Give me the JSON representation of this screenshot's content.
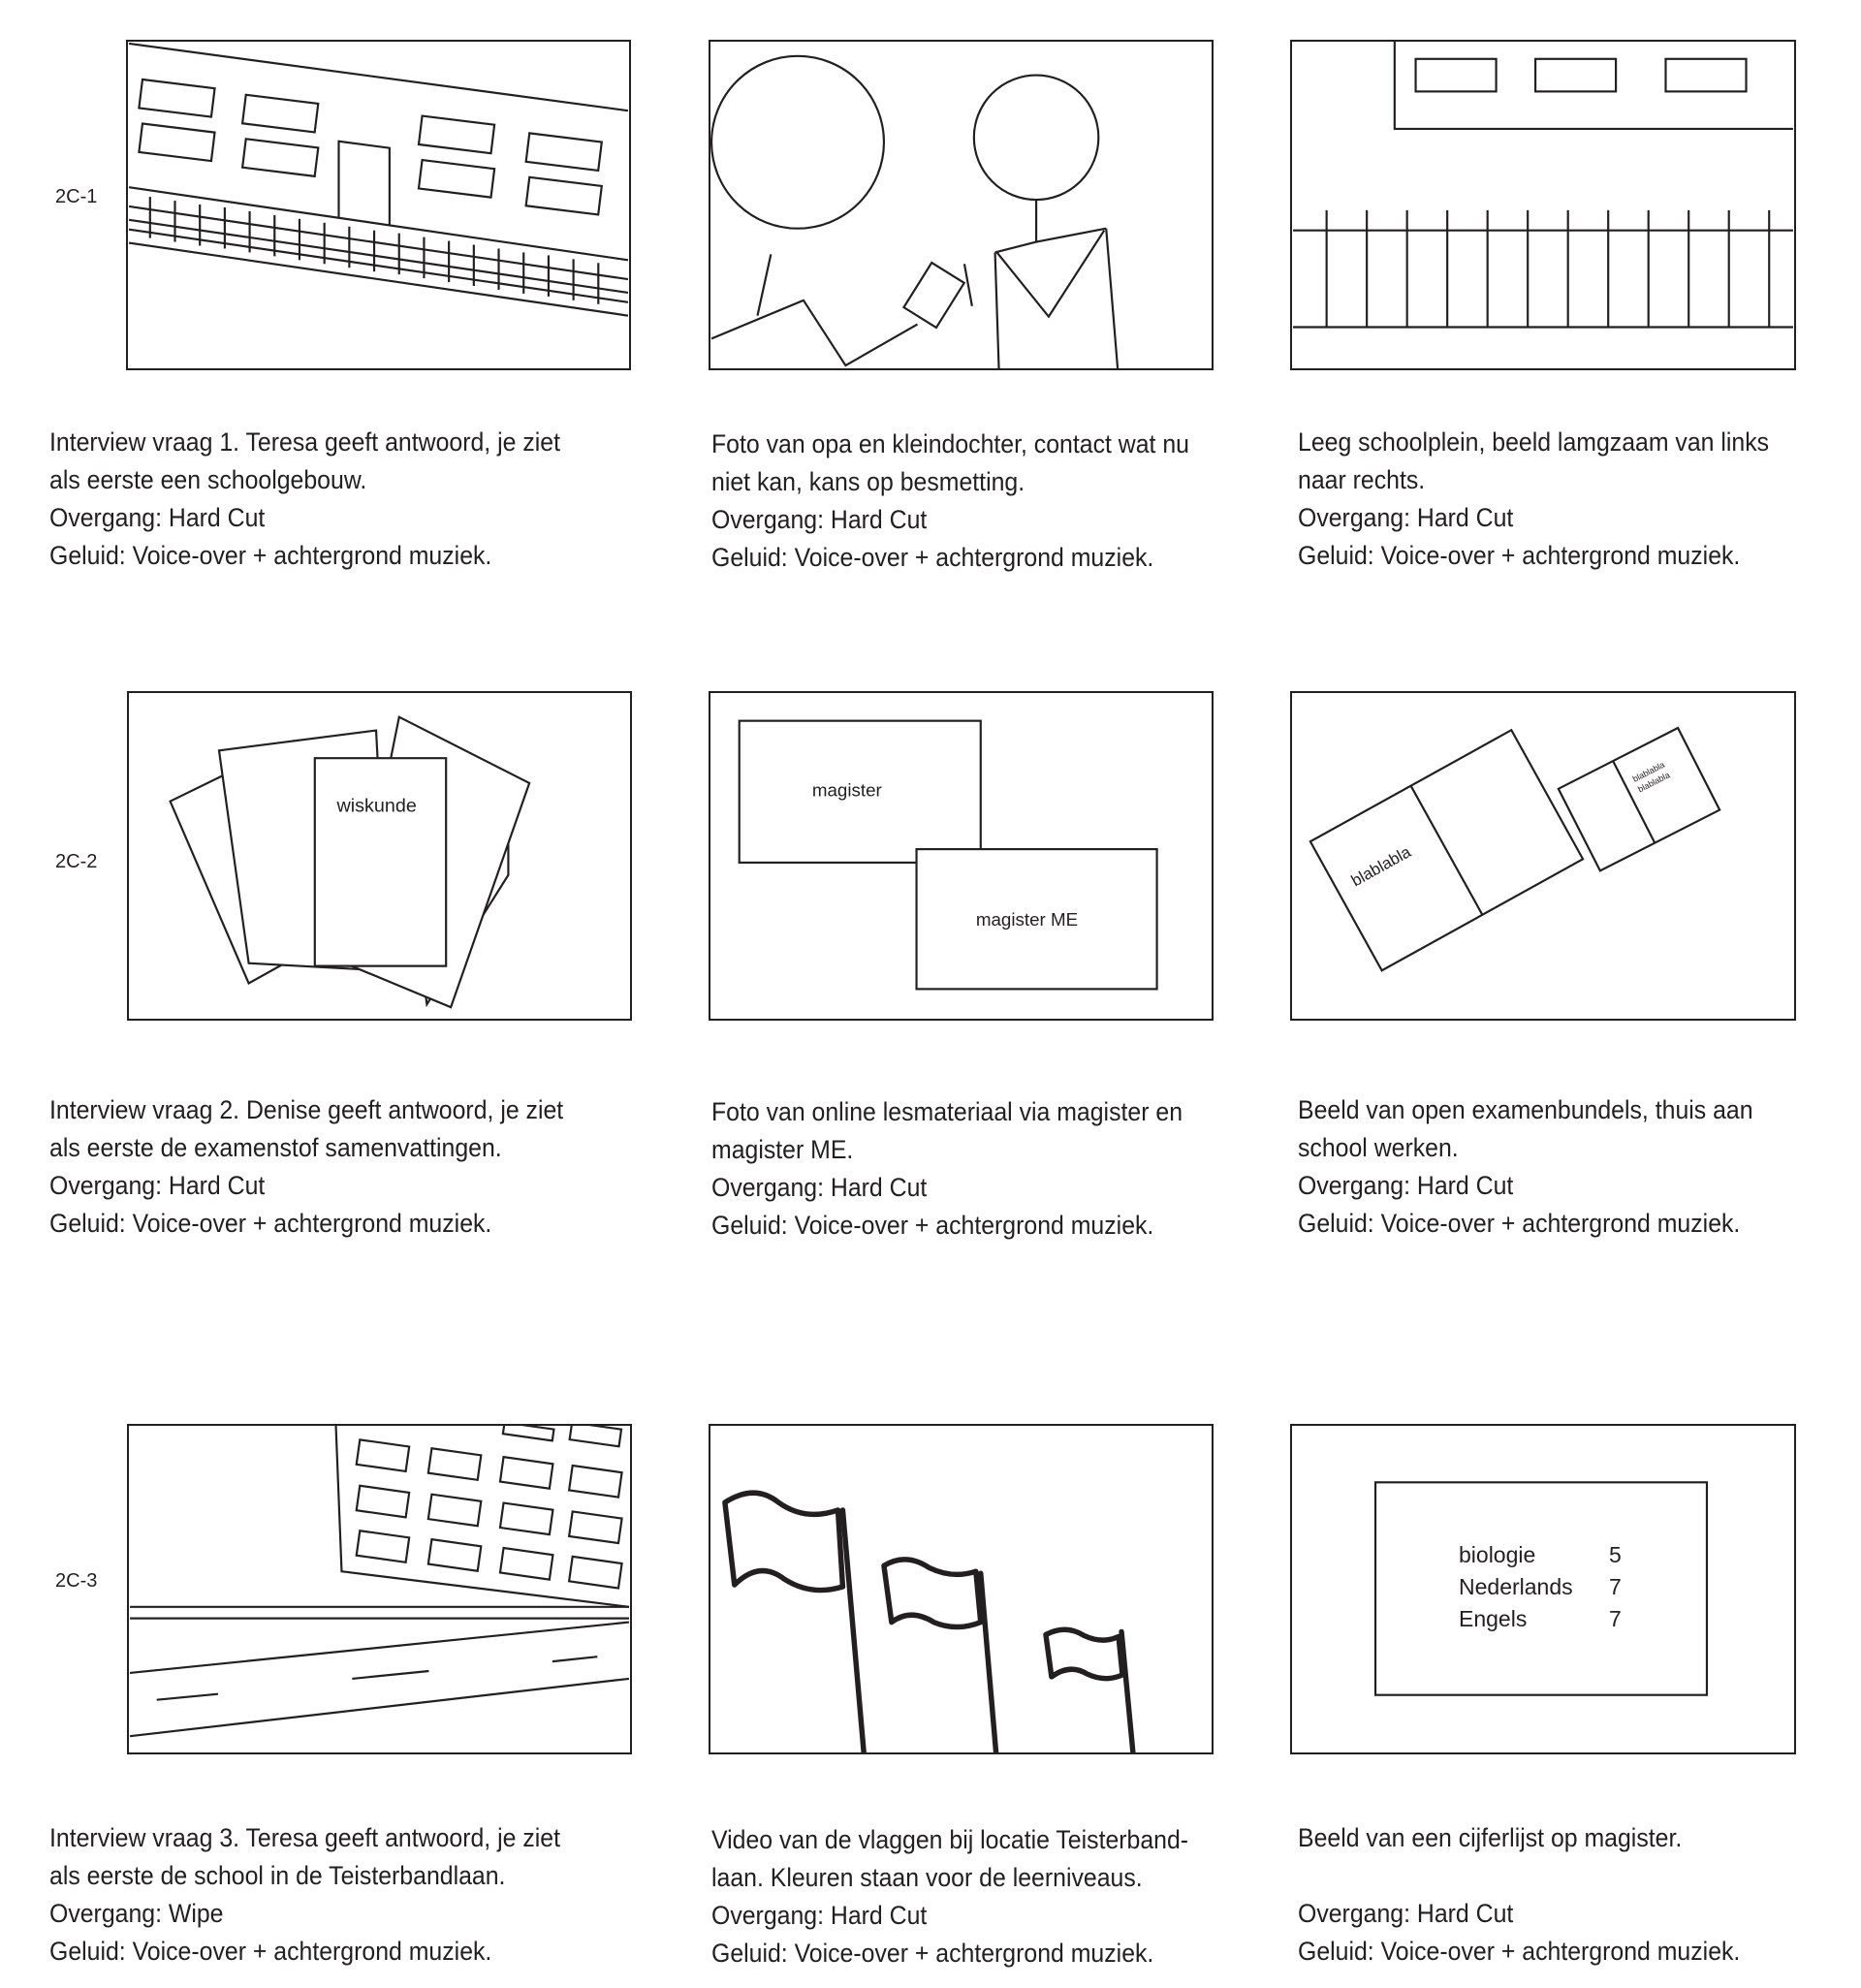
{
  "rows": [
    {
      "label": "2C-1",
      "panels": [
        {
          "drawing": "school-building",
          "caption": [
            "Interview vraag 1. Teresa geeft antwoord, je ziet",
            "als eerste een schoolgebouw.",
            "Overgang: Hard Cut",
            "Geluid: Voice-over + achtergrond muziek."
          ]
        },
        {
          "drawing": "grandpa-granddaughter-photo",
          "caption": [
            "Foto van opa en kleindochter, contact wat nu",
            "niet kan, kans op besmetting.",
            "Overgang: Hard Cut",
            "Geluid: Voice-over + achtergrond muziek."
          ]
        },
        {
          "drawing": "empty-schoolyard",
          "caption": [
            "Leeg schoolplein, beeld lamgzaam van links",
            "naar rechts.",
            "Overgang: Hard Cut",
            "Geluid: Voice-over + achtergrond muziek."
          ]
        }
      ]
    },
    {
      "label": "2C-2",
      "panels": [
        {
          "drawing": "exam-summaries",
          "text": "wiskunde",
          "caption": [
            "Interview vraag 2. Denise geeft antwoord, je ziet",
            "als eerste de examenstof samenvattingen.",
            "Overgang: Hard Cut",
            "Geluid: Voice-over + achtergrond muziek."
          ]
        },
        {
          "drawing": "magister-screens",
          "text1": "magister",
          "text2": "magister ME",
          "caption": [
            "Foto van online lesmateriaal via magister en",
            "magister ME.",
            "Overgang: Hard Cut",
            "Geluid: Voice-over + achtergrond muziek."
          ]
        },
        {
          "drawing": "open-exam-booklets",
          "text1": "blablabla",
          "text2a": "blablabla",
          "text2b": "blablabla",
          "caption": [
            "Beeld van open examenbundels, thuis aan",
            "school werken.",
            "Overgang: Hard Cut",
            "Geluid: Voice-over + achtergrond muziek."
          ]
        }
      ]
    },
    {
      "label": "2C-3",
      "panels": [
        {
          "drawing": "school-street",
          "caption": [
            "Interview vraag 3. Teresa geeft antwoord, je ziet",
            "als eerste de school in de Teisterbandlaan.",
            "Overgang: Wipe",
            "Geluid: Voice-over + achtergrond muziek."
          ]
        },
        {
          "drawing": "flags",
          "caption": [
            "Video van de vlaggen bij locatie Teisterband-",
            "laan. Kleuren staan voor de leerniveaus.",
            "Overgang: Hard Cut",
            "Geluid: Voice-over + achtergrond muziek."
          ]
        },
        {
          "drawing": "grade-list",
          "grades": [
            {
              "subject": "biologie",
              "grade": "5"
            },
            {
              "subject": "Nederlands",
              "grade": "7"
            },
            {
              "subject": "Engels",
              "grade": "7"
            }
          ],
          "caption": [
            "Beeld van een cijferlijst op magister.",
            "",
            "Overgang: Hard Cut",
            "Geluid: Voice-over + achtergrond muziek."
          ]
        }
      ]
    }
  ]
}
